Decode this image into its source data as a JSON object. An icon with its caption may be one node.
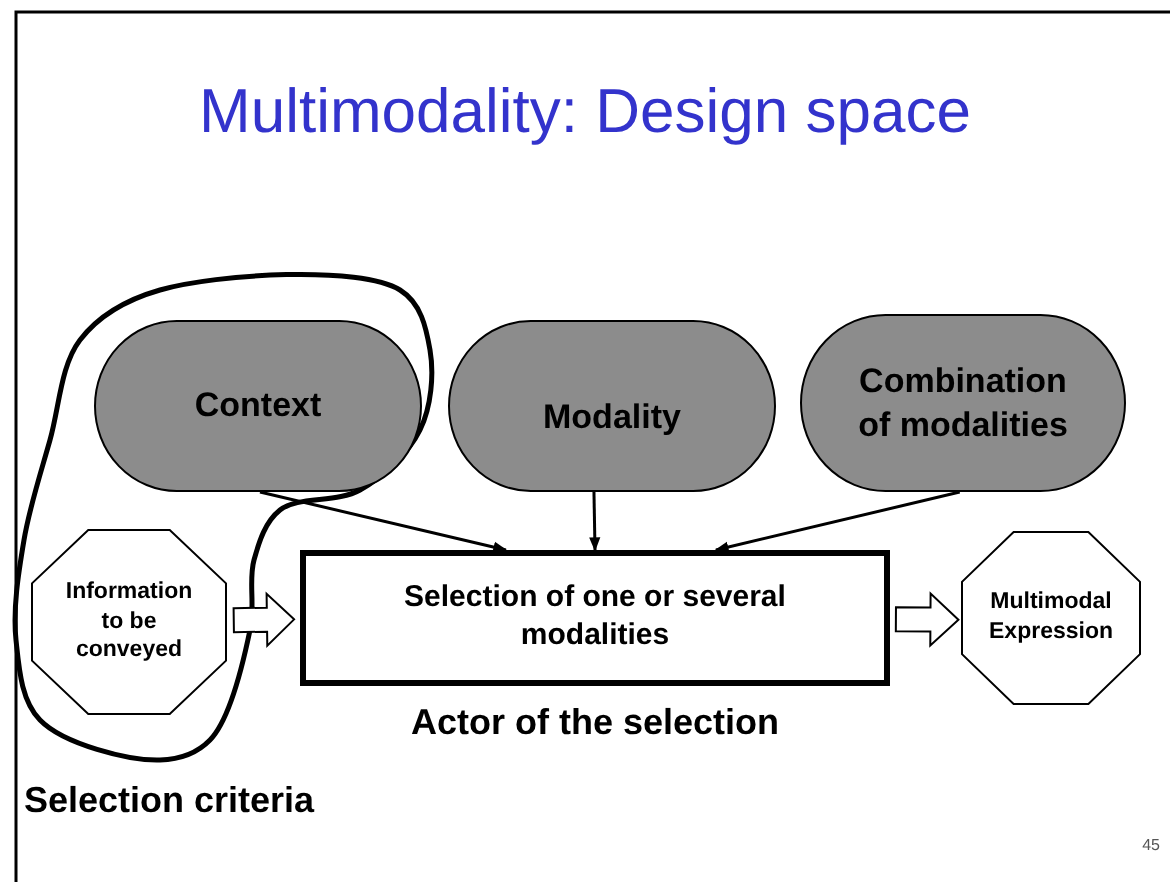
{
  "diagram": {
    "title": "Multimodality: Design space",
    "nodes": [
      {
        "text": [
          "Context"
        ]
      },
      {
        "text": [
          "Modality"
        ]
      },
      {
        "text": [
          "Combination of modalities"
        ]
      },
      {
        "text": [
          "Information to be conveyed"
        ]
      },
      {
        "text": [
          "Selection of one or several modalities"
        ],
        "beside": [
          "Actor of the selection"
        ]
      },
      {
        "text": [
          "Multimodal Expression"
        ]
      }
    ],
    "edges": [
      {
        "from": 0,
        "to": 4,
        "arrow": "to"
      },
      {
        "from": 1,
        "to": 4,
        "arrow": "to"
      },
      {
        "from": 2,
        "to": 4,
        "arrow": "to"
      },
      {
        "from": 3,
        "to": 4,
        "arrow": "to",
        "style": "thick"
      },
      {
        "from": 4,
        "to": 5,
        "arrow": "to",
        "style": "thick"
      }
    ],
    "labels": [
      "Selection criteria",
      "45"
    ]
  }
}
